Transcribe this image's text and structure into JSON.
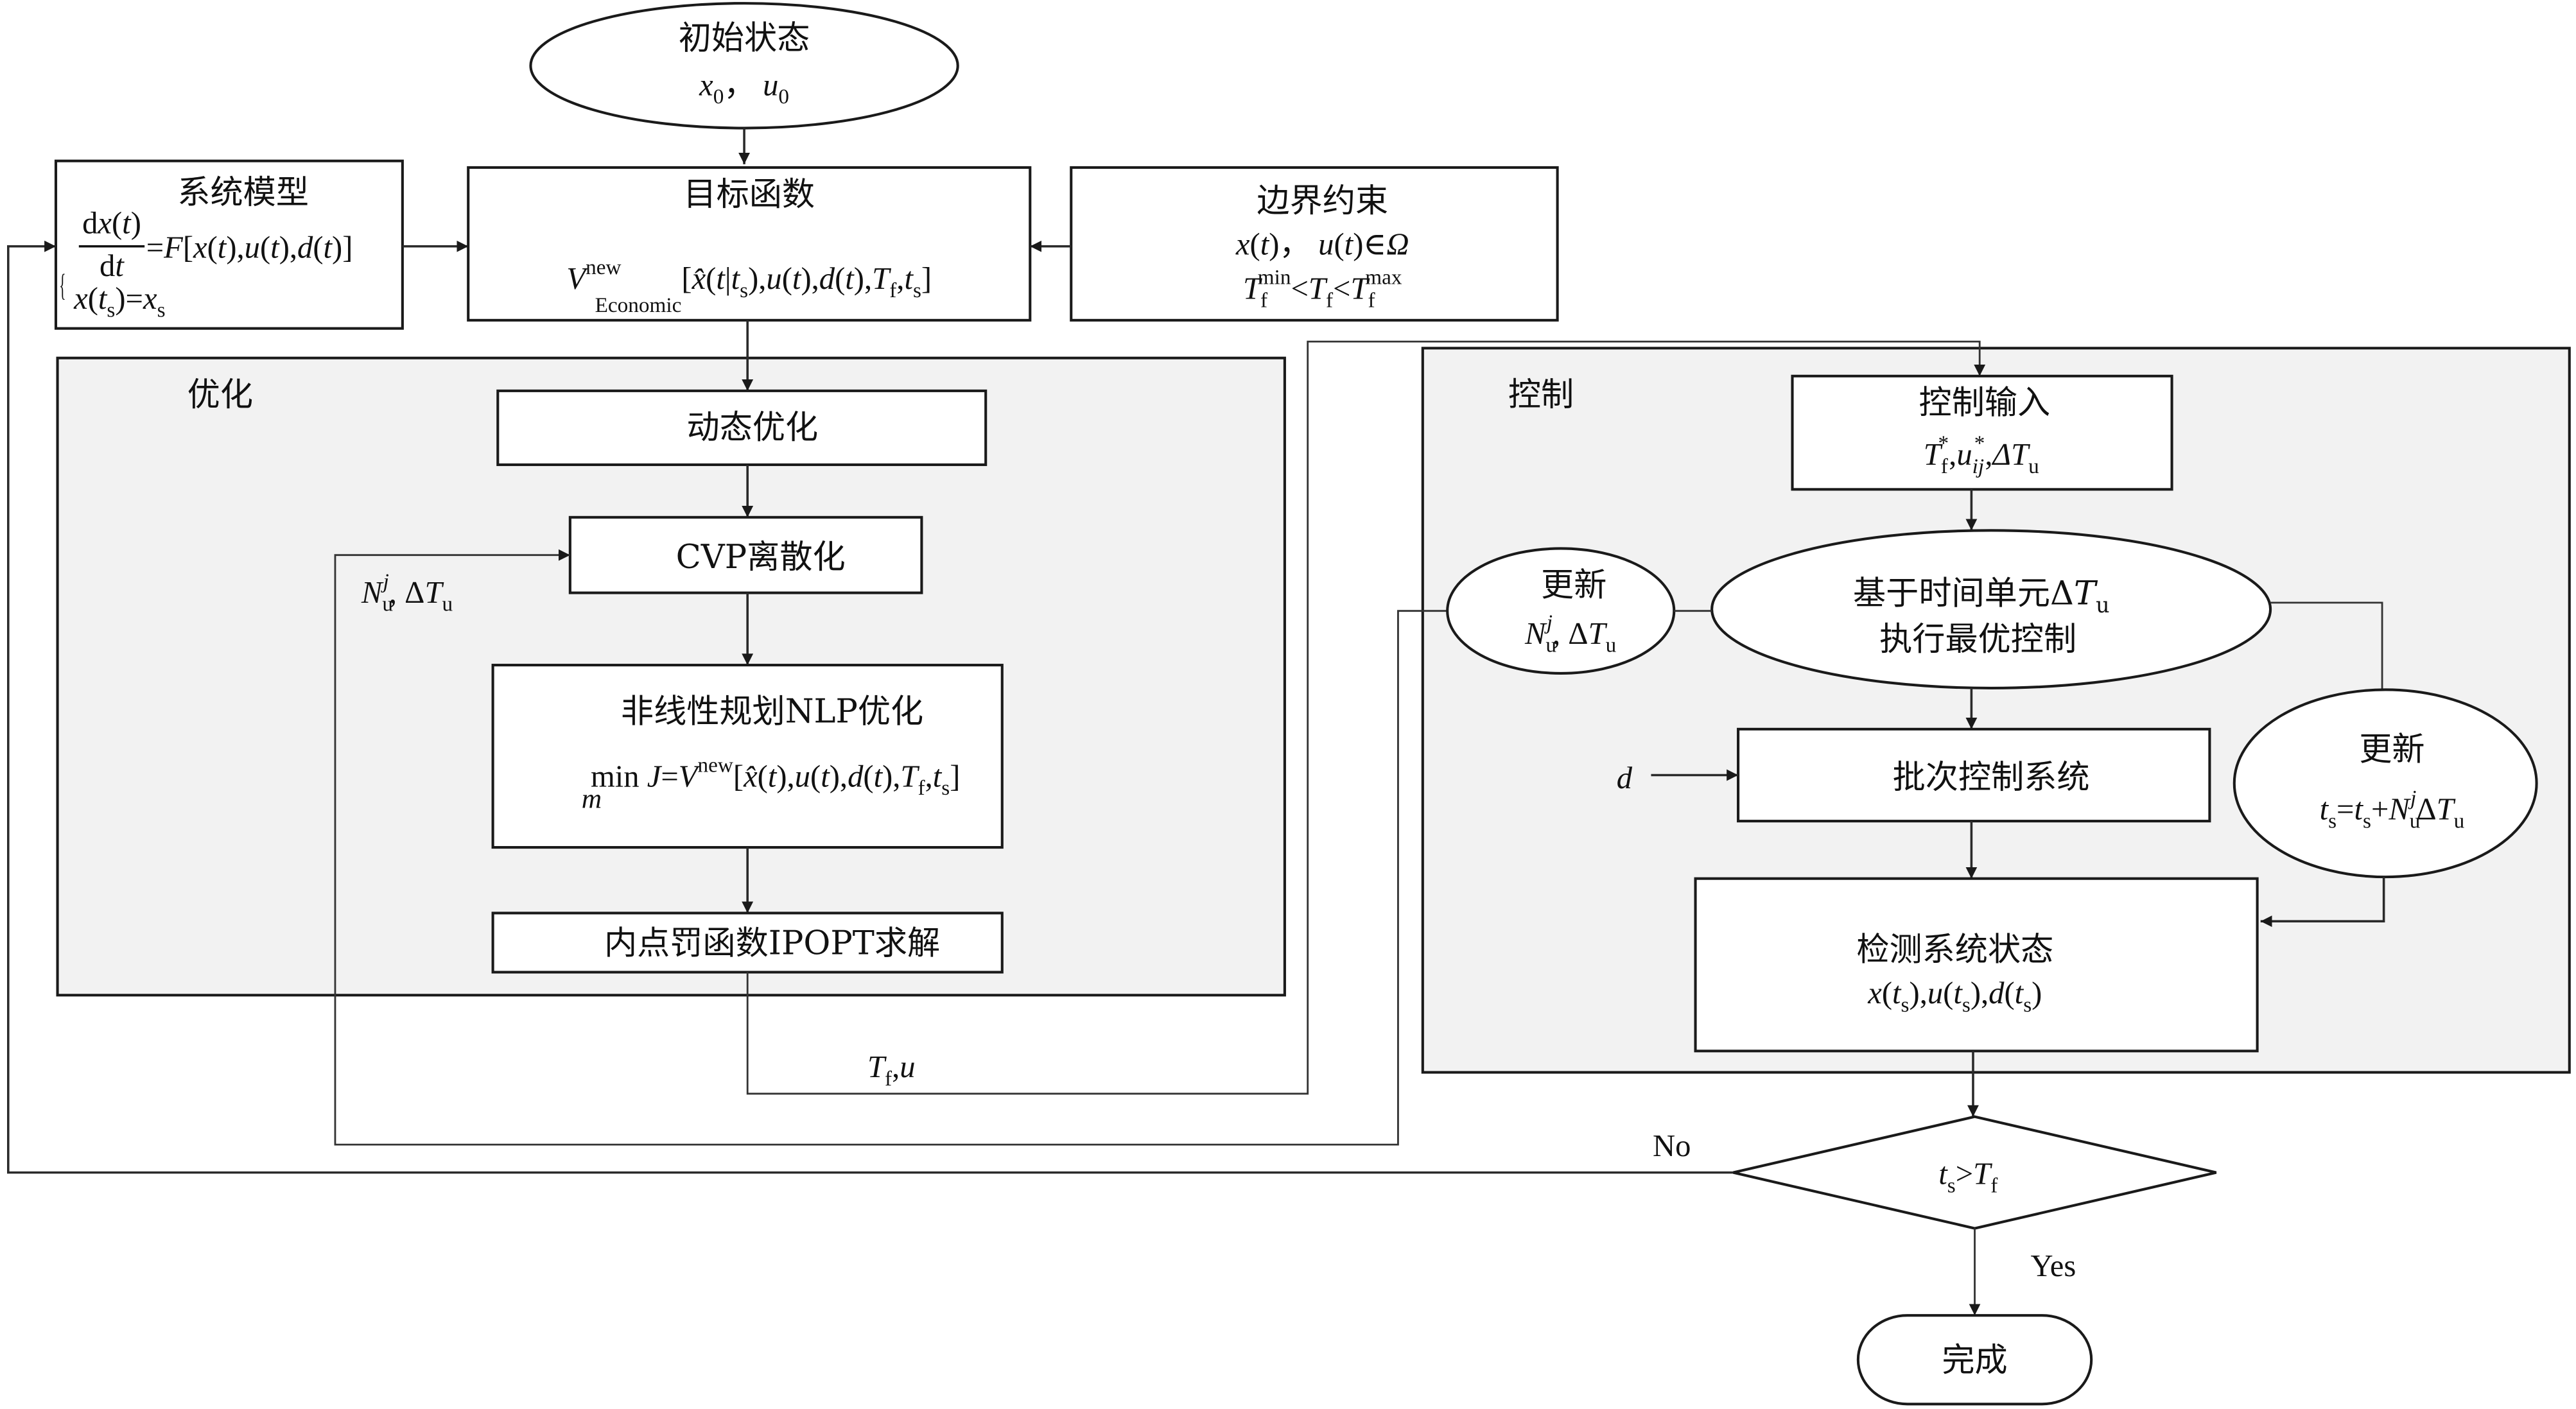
{
  "figure": {
    "type": "flowchart",
    "colors": {
      "stroke": "#1a1a1a",
      "group_fill": "#f2f2f2",
      "node_fill": "#ffffff",
      "text": "#111111"
    }
  },
  "nodes": {
    "start": {
      "title": "初始状态",
      "formula": [
        {
          "t": "x",
          "i": true
        },
        {
          "t": "0",
          "p": "sub"
        },
        {
          "t": "，  "
        },
        {
          "t": "u",
          "i": true
        },
        {
          "t": "0",
          "p": "sub"
        }
      ]
    },
    "system_model": {
      "title": "系统模型",
      "brace": "{",
      "eq1_numerator": [
        {
          "t": "d"
        },
        {
          "t": "x",
          "i": true
        },
        {
          "t": "("
        },
        {
          "t": "t",
          "i": true
        },
        {
          "t": ")"
        }
      ],
      "eq1_denominator": [
        {
          "t": "d"
        },
        {
          "t": "t",
          "i": true
        }
      ],
      "eq1_rhs": [
        {
          "t": "="
        },
        {
          "t": "F",
          "i": true
        },
        {
          "t": "["
        },
        {
          "t": "x",
          "i": true
        },
        {
          "t": "("
        },
        {
          "t": "t",
          "i": true
        },
        {
          "t": "),"
        },
        {
          "t": "u",
          "i": true
        },
        {
          "t": "("
        },
        {
          "t": "t",
          "i": true
        },
        {
          "t": "),"
        },
        {
          "t": "d",
          "i": true
        },
        {
          "t": "("
        },
        {
          "t": "t",
          "i": true
        },
        {
          "t": ")]"
        }
      ],
      "eq2": [
        {
          "t": "x",
          "i": true
        },
        {
          "t": "("
        },
        {
          "t": "t",
          "i": true
        },
        {
          "t": "s",
          "p": "sub"
        },
        {
          "t": ")=",
          "p": "reset"
        },
        {
          "t": "x",
          "i": true
        },
        {
          "t": "s",
          "p": "sub"
        }
      ]
    },
    "objective": {
      "title": "目标函数",
      "formula": [
        {
          "t": "V",
          "i": true
        },
        {
          "t": "new",
          "p": "sup"
        },
        {
          "t": "Economic",
          "p": "subafter"
        },
        {
          "t": "[",
          "p": "reset"
        },
        {
          "t": "x̂",
          "i": true
        },
        {
          "t": "("
        },
        {
          "t": "t",
          "i": true
        },
        {
          "t": "|"
        },
        {
          "t": "t",
          "i": true
        },
        {
          "t": "s",
          "p": "sub"
        },
        {
          "t": "),",
          "p": "reset"
        },
        {
          "t": "u",
          "i": true
        },
        {
          "t": "("
        },
        {
          "t": "t",
          "i": true
        },
        {
          "t": "),"
        },
        {
          "t": "d",
          "i": true
        },
        {
          "t": "("
        },
        {
          "t": "t",
          "i": true
        },
        {
          "t": "),"
        },
        {
          "t": "T",
          "i": true
        },
        {
          "t": "f",
          "p": "sub"
        },
        {
          "t": ",",
          "p": "reset"
        },
        {
          "t": "t",
          "i": true
        },
        {
          "t": "s",
          "p": "sub"
        },
        {
          "t": "]",
          "p": "reset"
        }
      ]
    },
    "boundary": {
      "title": "边界约束",
      "line1": [
        {
          "t": "x",
          "i": true
        },
        {
          "t": "("
        },
        {
          "t": "t",
          "i": true
        },
        {
          "t": ")，  "
        },
        {
          "t": "u",
          "i": true
        },
        {
          "t": "("
        },
        {
          "t": "t",
          "i": true
        },
        {
          "t": ")∈"
        },
        {
          "t": "Ω",
          "i": true
        }
      ],
      "line2": [
        {
          "t": "T",
          "i": true
        },
        {
          "t": "f",
          "p": "sub"
        },
        {
          "t": "min",
          "p": "supover"
        },
        {
          "t": "<",
          "p": "reset"
        },
        {
          "t": "T",
          "i": true
        },
        {
          "t": "f",
          "p": "sub"
        },
        {
          "t": "<",
          "p": "reset"
        },
        {
          "t": "T",
          "i": true
        },
        {
          "t": "f",
          "p": "sub"
        },
        {
          "t": "max",
          "p": "supover"
        }
      ]
    },
    "dynamic_opt": {
      "title": "动态优化"
    },
    "cvp": {
      "title": "CVP离散化"
    },
    "nlp": {
      "title": "非线性规划NLP优化",
      "formula": [
        {
          "t": "min"
        },
        {
          "t": " "
        },
        {
          "t": "J",
          "i": true
        },
        {
          "t": "="
        },
        {
          "t": "V",
          "i": true
        },
        {
          "t": "new",
          "p": "sup"
        },
        {
          "t": "[",
          "p": "reset"
        },
        {
          "t": "x̂",
          "i": true
        },
        {
          "t": "("
        },
        {
          "t": "t",
          "i": true
        },
        {
          "t": "),"
        },
        {
          "t": "u",
          "i": true
        },
        {
          "t": "("
        },
        {
          "t": "t",
          "i": true
        },
        {
          "t": "),"
        },
        {
          "t": "d",
          "i": true
        },
        {
          "t": "("
        },
        {
          "t": "t",
          "i": true
        },
        {
          "t": "),"
        },
        {
          "t": "T",
          "i": true
        },
        {
          "t": "f",
          "p": "sub"
        },
        {
          "t": ",",
          "p": "reset"
        },
        {
          "t": "t",
          "i": true
        },
        {
          "t": "s",
          "p": "sub"
        },
        {
          "t": "]",
          "p": "reset"
        }
      ],
      "min_subscript": "m"
    },
    "ipopt": {
      "title": "内点罚函数IPOPT求解"
    },
    "control_input": {
      "title": "控制输入",
      "formula": [
        {
          "t": "T",
          "i": true
        },
        {
          "t": "f",
          "p": "sub"
        },
        {
          "t": "*",
          "p": "supover"
        },
        {
          "t": ",",
          "p": "reset"
        },
        {
          "t": "u",
          "i": true
        },
        {
          "t": "ij",
          "p": "sub",
          "i": true
        },
        {
          "t": "*",
          "p": "supover"
        },
        {
          "t": ",",
          "p": "reset"
        },
        {
          "t": "ΔT",
          "i": true
        },
        {
          "t": "u",
          "p": "sub"
        }
      ]
    },
    "execute": {
      "line1": [
        {
          "t": "基于时间单元Δ"
        },
        {
          "t": "T",
          "i": true
        },
        {
          "t": "u",
          "p": "sub"
        }
      ],
      "line2": "执行最优控制"
    },
    "update_left": {
      "title": "更新",
      "formula": [
        {
          "t": "N",
          "i": true
        },
        {
          "t": "u",
          "p": "sub"
        },
        {
          "t": "j",
          "p": "supover",
          "i": true
        },
        {
          "t": ", Δ",
          "p": "reset"
        },
        {
          "t": "T",
          "i": true
        },
        {
          "t": "u",
          "p": "sub"
        }
      ]
    },
    "update_right": {
      "title": "更新",
      "formula": [
        {
          "t": "t",
          "i": true
        },
        {
          "t": "s",
          "p": "sub"
        },
        {
          "t": "=",
          "p": "reset"
        },
        {
          "t": "t",
          "i": true
        },
        {
          "t": "s",
          "p": "sub"
        },
        {
          "t": "+",
          "p": "reset"
        },
        {
          "t": "N",
          "i": true
        },
        {
          "t": "u",
          "p": "sub"
        },
        {
          "t": "j",
          "p": "supover",
          "i": true
        },
        {
          "t": "Δ",
          "p": "reset"
        },
        {
          "t": "T",
          "i": true
        },
        {
          "t": "u",
          "p": "sub"
        }
      ]
    },
    "batch_system": {
      "title": "批次控制系统"
    },
    "detect_state": {
      "title": "检测系统状态",
      "formula": [
        {
          "t": "x",
          "i": true
        },
        {
          "t": "("
        },
        {
          "t": "t",
          "i": true
        },
        {
          "t": "s",
          "p": "sub"
        },
        {
          "t": "),",
          "p": "reset"
        },
        {
          "t": "u",
          "i": true
        },
        {
          "t": "("
        },
        {
          "t": "t",
          "i": true
        },
        {
          "t": "s",
          "p": "sub"
        },
        {
          "t": "),",
          "p": "reset"
        },
        {
          "t": "d",
          "i": true
        },
        {
          "t": "("
        },
        {
          "t": "t",
          "i": true
        },
        {
          "t": "s",
          "p": "sub"
        },
        {
          "t": ")",
          "p": "reset"
        }
      ]
    },
    "decision": {
      "formula": [
        {
          "t": "t",
          "i": true
        },
        {
          "t": "s",
          "p": "sub"
        },
        {
          "t": ">",
          "p": "reset"
        },
        {
          "t": "T",
          "i": true
        },
        {
          "t": "f",
          "p": "sub"
        }
      ],
      "no_label": "No",
      "yes_label": "Yes"
    },
    "finish": {
      "title": "完成"
    }
  },
  "groups": {
    "optimization": {
      "label": "优化"
    },
    "control": {
      "label": "控制"
    }
  },
  "edge_labels": {
    "disturbance": "d",
    "tf_u": [
      {
        "t": "T",
        "i": true
      },
      {
        "t": "f",
        "p": "sub"
      },
      {
        "t": ",",
        "p": "reset"
      },
      {
        "t": "u",
        "i": true
      }
    ],
    "nu_dtu": [
      {
        "t": "N",
        "i": true
      },
      {
        "t": "u",
        "p": "sub"
      },
      {
        "t": "j",
        "p": "supover",
        "i": true
      },
      {
        "t": ", Δ",
        "p": "reset"
      },
      {
        "t": "T",
        "i": true
      },
      {
        "t": "u",
        "p": "sub"
      }
    ]
  }
}
